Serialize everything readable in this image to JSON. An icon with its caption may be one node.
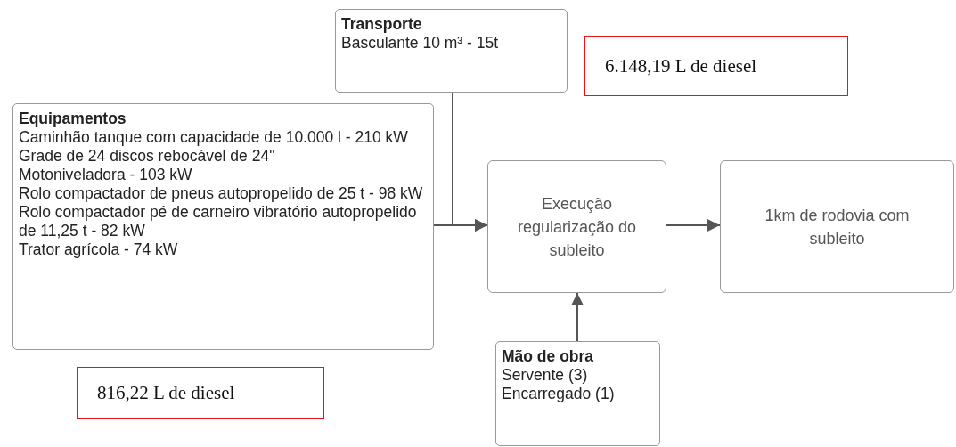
{
  "diagram": {
    "nodes": [
      {
        "text": [
          "Transporte",
          "Basculante 10 m³ - 15t"
        ]
      },
      {
        "text": [
          "6.148,19 L de diesel"
        ]
      },
      {
        "text": [
          "Equipamentos",
          "Caminhão tanque com capacidade de 10.000 l - 210 kW",
          "Grade de 24 discos rebocável   de 24\"",
          "Motoniveladora - 103 kW",
          "Rolo compactador de pneus   autopropelido de 25 t - 98 kW",
          "Rolo compactador pé de   carneiro vibratório autopropelido de 11,25 t - 82 kW",
          "Trator agrícola - 74 kW"
        ]
      },
      {
        "text": [
          "Execução regularização do subleito"
        ]
      },
      {
        "text": [
          "1km de rodovia com subleito"
        ]
      },
      {
        "text": [
          "816,22 L de diesel"
        ]
      },
      {
        "text": [
          "Mão de obra",
          "Servente (3)",
          "Encarregado (1)"
        ]
      }
    ],
    "edges": [
      {
        "from": 0,
        "to": 3,
        "arrow": "to"
      },
      {
        "from": 2,
        "to": 3,
        "arrow": "to"
      },
      {
        "from": 3,
        "to": 4,
        "arrow": "to"
      },
      {
        "from": 6,
        "to": 3,
        "arrow": "to"
      }
    ]
  }
}
